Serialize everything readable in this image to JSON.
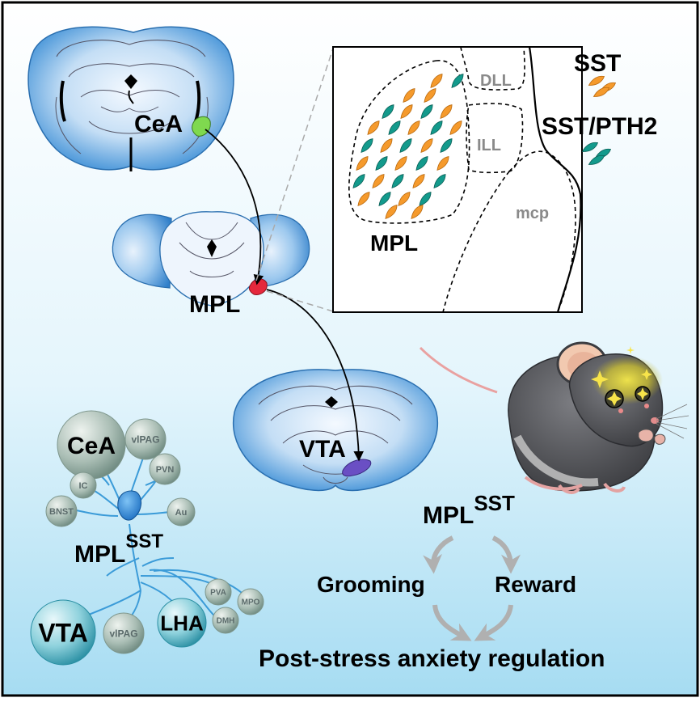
{
  "brain_labels": {
    "cea": "CeA",
    "mpl": "MPL",
    "vta": "VTA"
  },
  "inset": {
    "dll": "DLL",
    "ill": "ILL",
    "mcp": "mcp",
    "mpl": "MPL"
  },
  "legend": {
    "sst": "SST",
    "sst_pth2": "SST/PTH2"
  },
  "network": {
    "center_main": "MPL",
    "center_sup": "SST",
    "nodes": {
      "cea": "CeA",
      "vlpag_top": "vlPAG",
      "pvn": "PVN",
      "ic": "IC",
      "bnst": "BNST",
      "au": "Au",
      "vta": "VTA",
      "vlpag_bottom": "vlPAG",
      "lha": "LHA",
      "pva": "PVA",
      "mpo": "MPO",
      "dmh": "DMH"
    }
  },
  "behavior": {
    "title_main": "MPL",
    "title_sup": "SST",
    "grooming": "Grooming",
    "reward": "Reward",
    "outcome": "Post-stress anxiety regulation"
  },
  "colors": {
    "background_top": "#ffffff",
    "background_bottom": "#a6dcf2",
    "brain_blue": "#3d8fd6",
    "cea_green": "#7fd94f",
    "mpl_red": "#e5283c",
    "vta_purple": "#6a4fc4",
    "sst_orange": "#f59a2c",
    "sst_pth2_teal": "#139a8c",
    "node_gray": "#8da69e",
    "node_teal": "#2aa7b8",
    "mouse_gray": "#55565b"
  }
}
